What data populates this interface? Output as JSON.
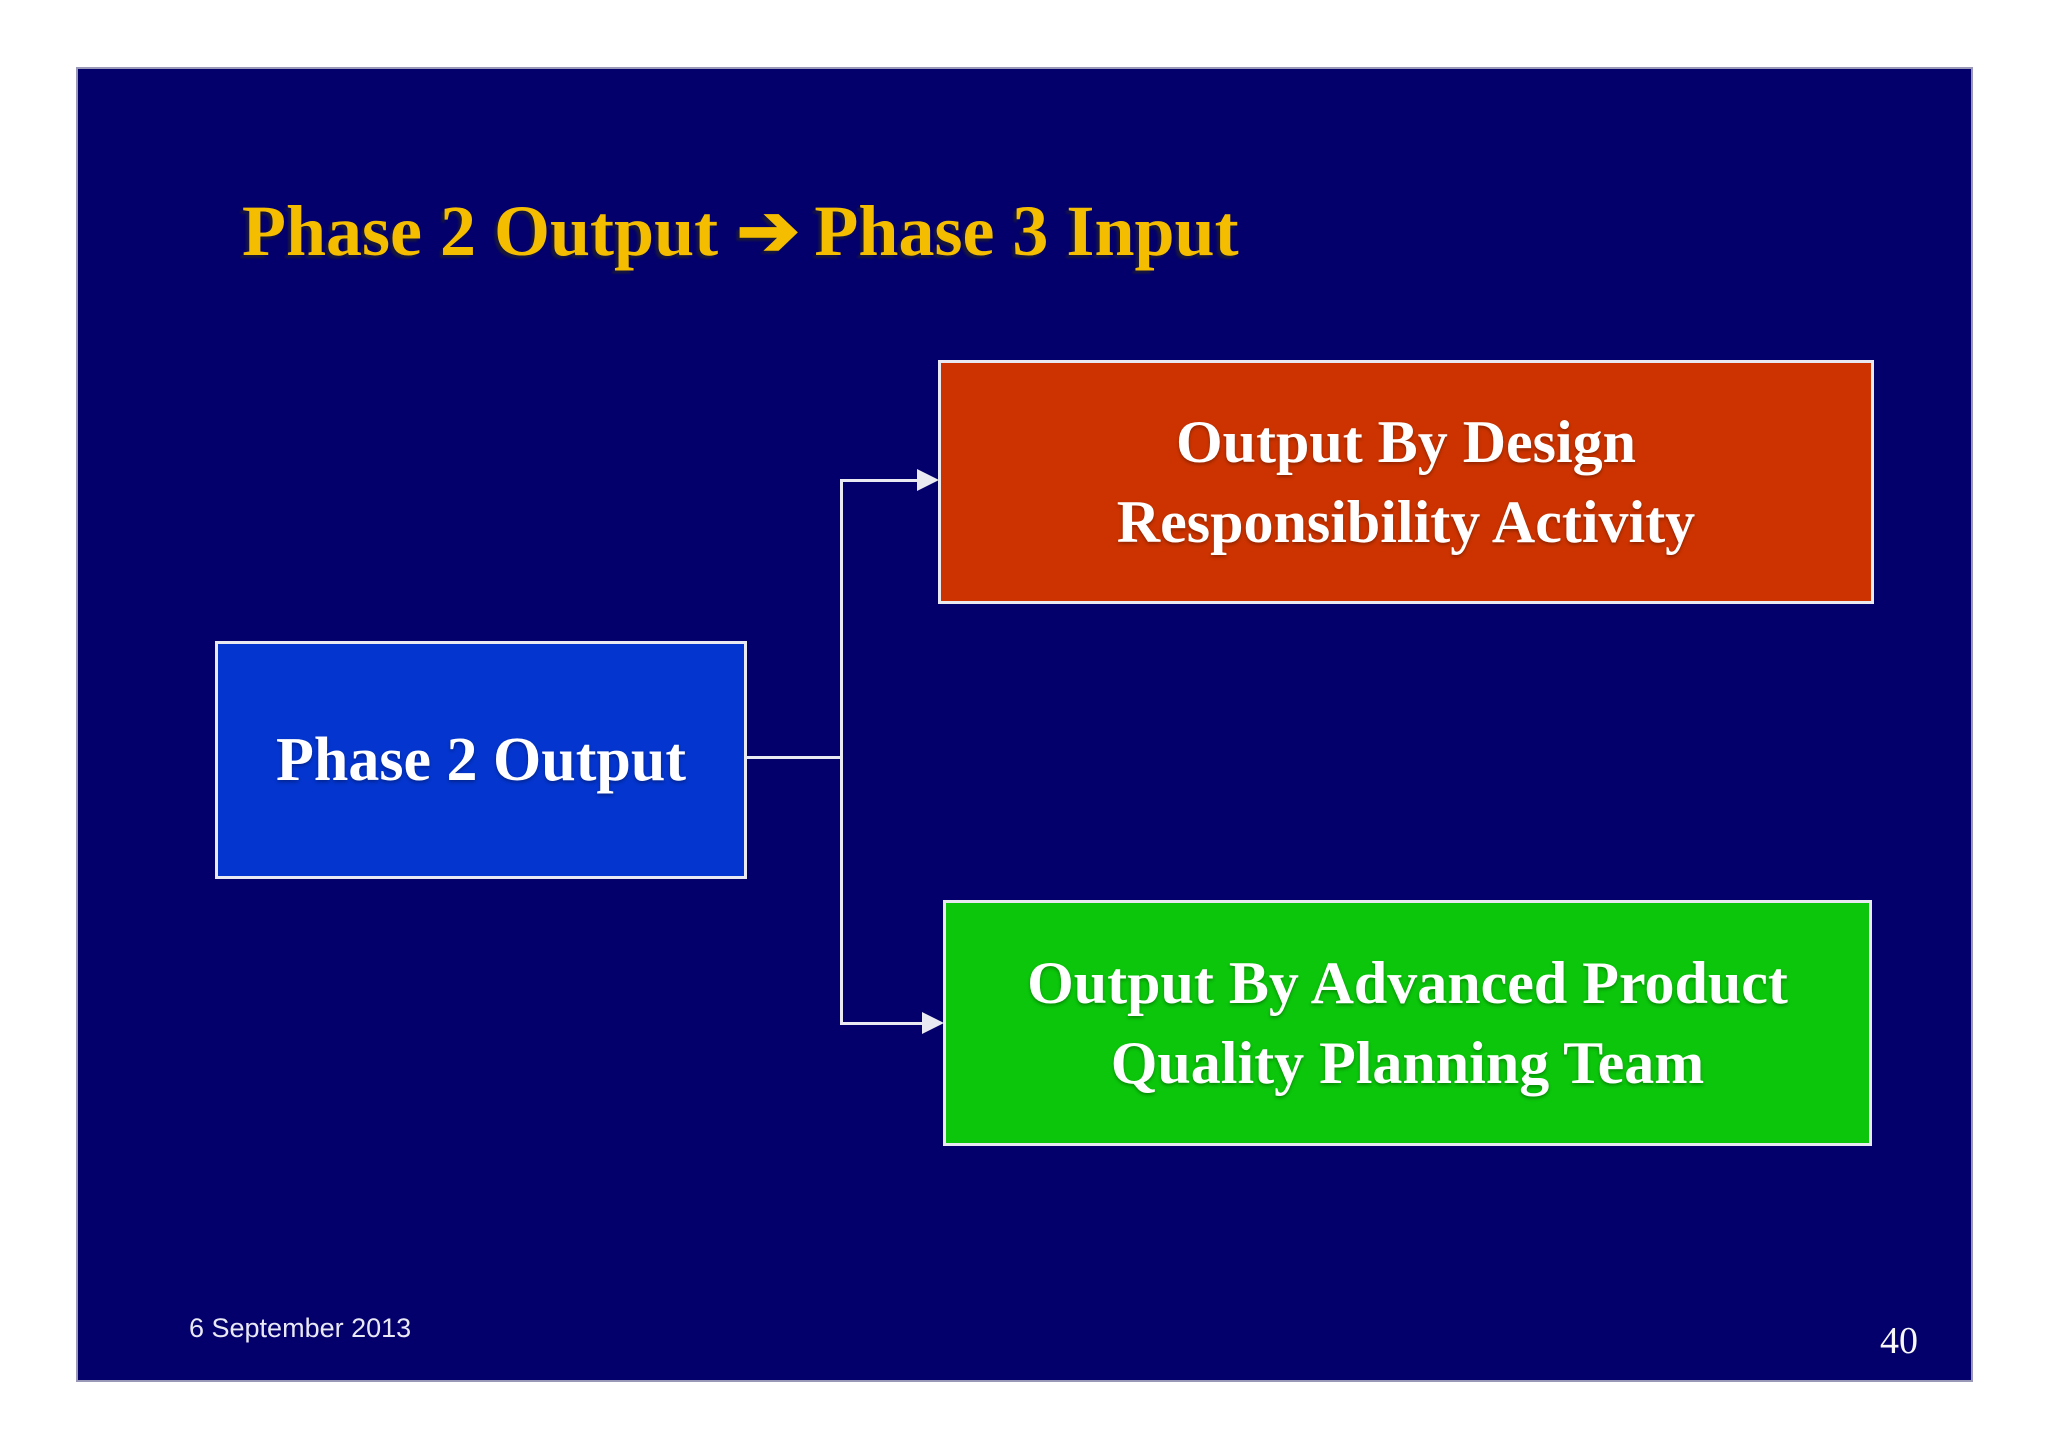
{
  "slide": {
    "title": {
      "left": "Phase 2 Output",
      "arrow": "➔",
      "right": "Phase 3 Input"
    },
    "footer": {
      "date": "6 September 2013",
      "page_number": "40"
    },
    "colors": {
      "slide_background": "#03006B",
      "title_text": "#F4BD00",
      "box_border": "#E9E9F2",
      "connector": "#E9E9F2",
      "source_box_fill": "#0435CE",
      "top_box_fill": "#CC3301",
      "bottom_box_fill": "#0BC60B",
      "box_text": "#FFFFFF"
    }
  },
  "diagram": {
    "source_box": {
      "label": "Phase 2 Output"
    },
    "top_box": {
      "line1": "Output By Design",
      "line2": "Responsibility Activity"
    },
    "bottom_box": {
      "line1": "Output By Advanced Product",
      "line2": "Quality Planning Team"
    }
  }
}
